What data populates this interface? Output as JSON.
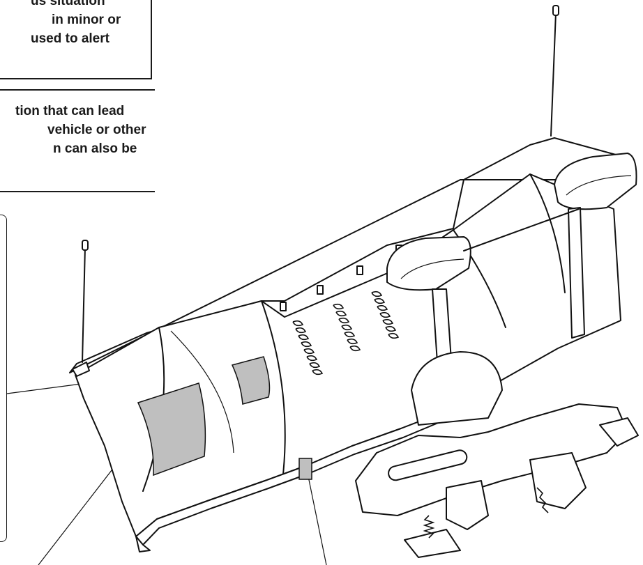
{
  "caution_text": {
    "lines": [
      "us situation",
      "in minor or",
      "used to alert"
    ]
  },
  "warning_text": {
    "lines": [
      "tion that can lead",
      "vehicle or other",
      "n can also be"
    ]
  },
  "colors": {
    "ink": "#1a1a1a",
    "label_fill": "#bfbfbf",
    "background": "#ffffff"
  },
  "illustration": {
    "subject": "snowplow-blade-assembly"
  }
}
